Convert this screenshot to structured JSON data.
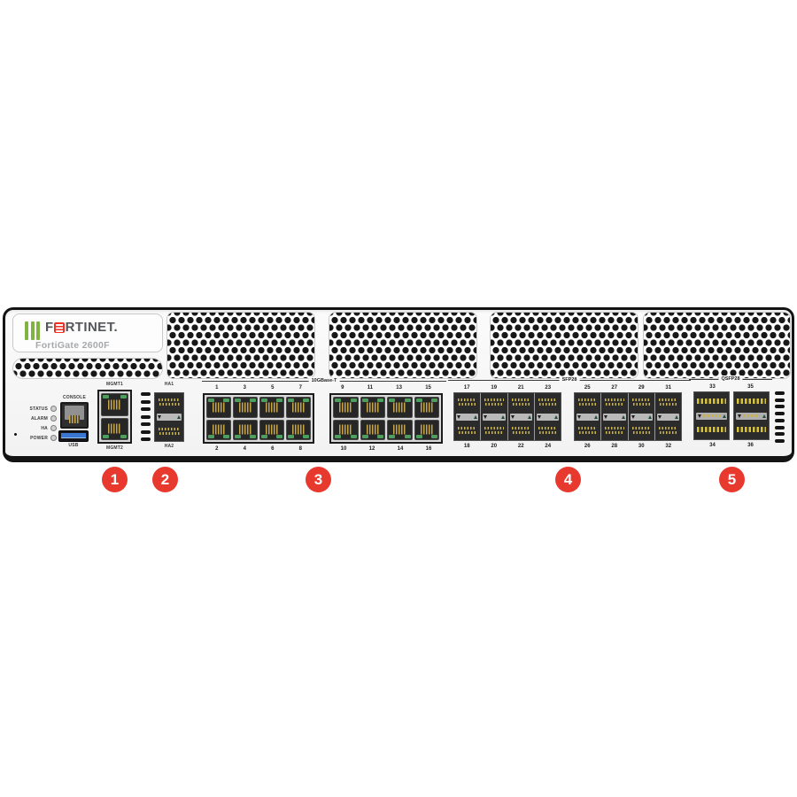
{
  "device": {
    "brand_prefix": "F",
    "brand_suffix": "RTINET.",
    "model": "FortiGate 2600F",
    "leds": [
      "STATUS",
      "ALARM",
      "HA",
      "POWER"
    ],
    "console_label": "CONSOLE",
    "usb_label": "USB",
    "mgmt1_label": "MGMT1",
    "mgmt2_label": "MGMT2",
    "ha1_label": "HA1",
    "ha2_label": "HA2",
    "groups": {
      "rj45_label": "10GBase-T",
      "sfp_label": "SFP28",
      "qsfp_label": "QSFP28"
    },
    "rj45_block1": {
      "top": [
        "1",
        "3",
        "5",
        "7"
      ],
      "bottom": [
        "2",
        "4",
        "6",
        "8"
      ]
    },
    "rj45_block2": {
      "top": [
        "9",
        "11",
        "13",
        "15"
      ],
      "bottom": [
        "10",
        "12",
        "14",
        "16"
      ]
    },
    "sfp_block1": {
      "top": [
        "17",
        "19",
        "21",
        "23"
      ],
      "bottom": [
        "18",
        "20",
        "22",
        "24"
      ]
    },
    "sfp_block2": {
      "top": [
        "25",
        "27",
        "29",
        "31"
      ],
      "bottom": [
        "26",
        "28",
        "30",
        "32"
      ]
    },
    "qsfp_block": {
      "top": [
        "33",
        "35"
      ],
      "bottom": [
        "34",
        "36"
      ]
    }
  },
  "callouts": [
    "1",
    "2",
    "3",
    "4",
    "5"
  ],
  "icons": {
    "fortinet-bars-icon": "three-green-vertical-bars",
    "fortinet-gate-icon": "red-square-white-gate",
    "led-dot": "gray-circle",
    "vent-grille": "black-dot-honeycomb",
    "vent-strip": "vertical-black-dashes"
  },
  "colors": {
    "fortinet_red": "#ee3124",
    "callout_red": "#e8392f",
    "logo_green": "#7fb443",
    "port_tab_green": "#4e9e5f",
    "contact_gold": "#cdb54d",
    "chassis_border": "#141414",
    "chassis_fill": "#f7f7f7"
  }
}
